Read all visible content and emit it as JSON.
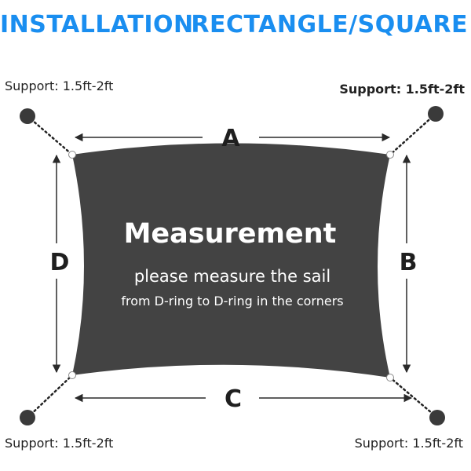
{
  "header": {
    "left_title": "INSTALLATION",
    "right_title": "RECTANGLE/SQUARE"
  },
  "supports": {
    "top_left": "Support: 1.5ft-2ft",
    "top_right": "Support: 1.5ft-2ft",
    "bottom_left": "Support: 1.5ft-2ft",
    "bottom_right": "Support: 1.5ft-2ft"
  },
  "dimensions": {
    "top": "A",
    "right": "B",
    "bottom": "C",
    "left": "D"
  },
  "sail": {
    "title": "Measurement",
    "line1": "please measure the sail",
    "line2": "from D-ring to D-ring in the corners"
  },
  "colors": {
    "header": "#1a8ef0",
    "sail": "#434343",
    "post": "#3a3a3a"
  }
}
